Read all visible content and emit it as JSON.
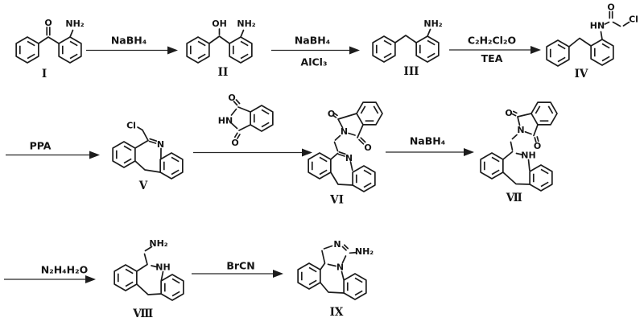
{
  "scheme": {
    "type": "chemical-reaction-scheme",
    "background": "#ffffff",
    "ink": "#1c1c1c",
    "compounds": {
      "c1": {
        "numeral": "I"
      },
      "c2": {
        "numeral": "II"
      },
      "c3": {
        "numeral": "III"
      },
      "c4": {
        "numeral": "IV"
      },
      "c5": {
        "numeral": "V"
      },
      "c6": {
        "numeral": "VI"
      },
      "c7": {
        "numeral": "VII"
      },
      "c8": {
        "numeral": "VIII"
      },
      "c9": {
        "numeral": "IX"
      }
    },
    "atoms": {
      "O": "O",
      "OH": "OH",
      "NH2": "NH₂",
      "HN": "HN",
      "NH": "NH",
      "N": "N",
      "Cl": "Cl"
    },
    "reagents": {
      "step1": {
        "above": "NaBH₄"
      },
      "step2": {
        "above": "NaBH₄",
        "below": "AlCl₃"
      },
      "step3": {
        "above": "C₂H₂Cl₂O",
        "below": "TEA"
      },
      "step4": {
        "above": "PPA"
      },
      "step6": {
        "above": "NaBH₄"
      },
      "step7": {
        "above": "N₂H₄H₂O"
      },
      "step8": {
        "above": "BrCN"
      }
    }
  }
}
